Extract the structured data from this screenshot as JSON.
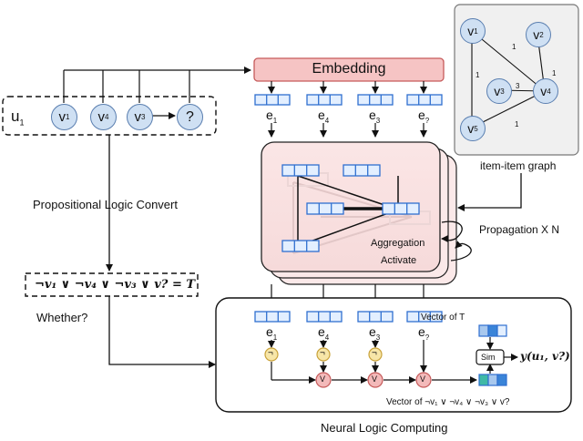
{
  "embedding": {
    "label": "Embedding"
  },
  "user": {
    "label": "u",
    "sub": "1"
  },
  "sequence": [
    {
      "label": "v",
      "sub": "1"
    },
    {
      "label": "v",
      "sub": "4"
    },
    {
      "label": "v",
      "sub": "3"
    },
    {
      "label": "?"
    }
  ],
  "embeddings_top": [
    {
      "label": "e",
      "sub": "1"
    },
    {
      "label": "e",
      "sub": "4"
    },
    {
      "label": "e",
      "sub": "3"
    },
    {
      "label": "e",
      "sub": "?"
    }
  ],
  "embeddings_bottom": [
    {
      "label": "e",
      "sub": "1"
    },
    {
      "label": "e",
      "sub": "4"
    },
    {
      "label": "e",
      "sub": "3"
    },
    {
      "label": "e",
      "sub": "?"
    }
  ],
  "graph": {
    "caption": "item-item graph",
    "nodes": [
      {
        "label": "v",
        "sub": "1"
      },
      {
        "label": "v",
        "sub": "2"
      },
      {
        "label": "v",
        "sub": "3"
      },
      {
        "label": "v",
        "sub": "4"
      },
      {
        "label": "v",
        "sub": "5"
      }
    ],
    "edge_weights": [
      "1",
      "1",
      "3",
      "1",
      "1"
    ]
  },
  "logic_convert": {
    "label": "Propositional Logic Convert"
  },
  "formula": {
    "text": "¬v₁ ∨ ¬v₄ ∨ ¬v₃ ∨ v? = T"
  },
  "whether": {
    "label": "Whether?"
  },
  "gnn": {
    "aggregation": "Aggregation",
    "activate": "Activate",
    "propagation": "Propagation X N"
  },
  "nlc": {
    "title": "Neural Logic Computing",
    "vector_of_T": "Vector of T",
    "vector_of_formula": "Vector of ¬v₁ ∨ ¬v₄ ∨ ¬v₃ ∨ v?",
    "sim": "Sim",
    "output": "y(u₁, v?)",
    "not_symbol": "¬",
    "or_symbol": "V"
  },
  "colors": {
    "node_fill": "#cfe0f3",
    "node_stroke": "#5b7fb0",
    "vec_stroke": "#2f6fd0",
    "vec_fill": "#e3efff",
    "embed_fill": "#f6c4c4",
    "embed_stroke": "#c65a5a",
    "not_fill": "#f7e6a8",
    "or_fill": "#f3b9b9",
    "graph_bg": "#f0f0f0"
  }
}
